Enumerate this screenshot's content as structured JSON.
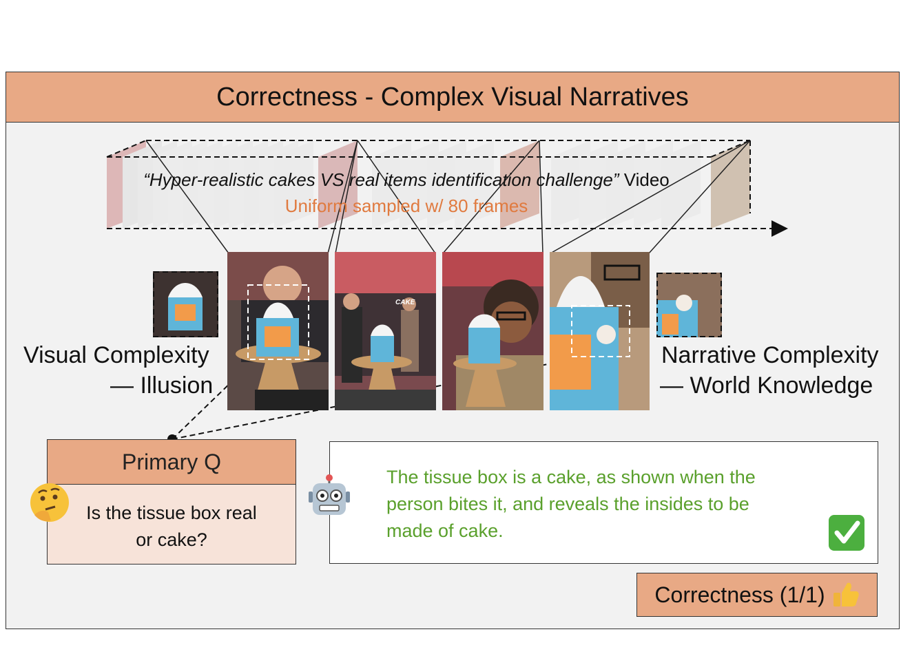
{
  "header": {
    "title": "Correctness - Complex Visual Narratives"
  },
  "video": {
    "title_quoted": "“Hyper-realistic cakes VS real items identification challenge”",
    "title_suffix": " Video",
    "sampling": "Uniform sampled w/ 80 frames"
  },
  "labels": {
    "visual_line1": "Visual Complexity",
    "visual_line2": "— Illusion",
    "narrative_line1": "Narrative Complexity",
    "narrative_line2": "— World Knowledge"
  },
  "frame_overlay_text": "CAKE",
  "question": {
    "header": "Primary Q",
    "text_line1": "Is the tissue box real",
    "text_line2": "or cake?"
  },
  "answer": {
    "text": "The tissue box is a cake, as shown when the person bites it, and reveals the insides to be made of cake."
  },
  "score": {
    "label": "Correctness (1/1)"
  },
  "icons": {
    "thinking": "thinking-face-icon",
    "robot": "robot-icon",
    "check": "check-mark-icon",
    "thumbs": "thumbs-up-icon"
  },
  "colors": {
    "header_fill": "#e8a985",
    "question_body_fill": "#f7e3d9",
    "sampling_text": "#e07a3f",
    "answer_text": "#5aa02c",
    "check_green": "#4caf3f"
  }
}
